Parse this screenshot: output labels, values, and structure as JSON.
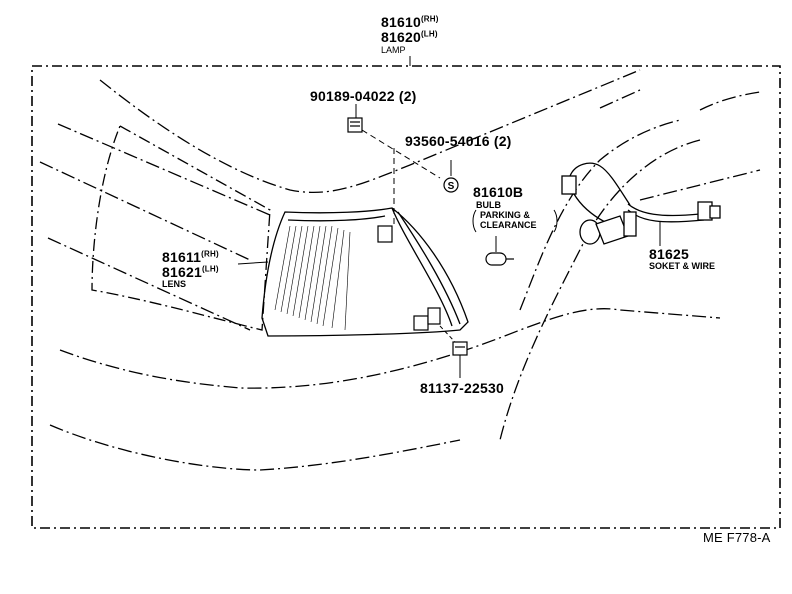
{
  "lamp": {
    "pn_rh": "81610",
    "rh": "(RH)",
    "pn_lh": "81620",
    "lh": "(LH)",
    "name": "LAMP"
  },
  "screw": {
    "pn": "90189-04022",
    "qty": "(2)"
  },
  "clip": {
    "pn": "93560-54016",
    "qty": "(2)"
  },
  "bulb": {
    "pn": "81610B",
    "name": "BULB",
    "note_line1": "PARKING &",
    "note_line2": "CLEARANCE"
  },
  "lens": {
    "pn_rh": "81611",
    "rh": "(RH)",
    "pn_lh": "81621",
    "lh": "(LH)",
    "name": "LENS"
  },
  "socket": {
    "pn": "81625",
    "name": "SOKET & WIRE"
  },
  "nut": {
    "pn": "81137-22530"
  },
  "figure_code": "ME F778-A",
  "clip_symbol": "S"
}
